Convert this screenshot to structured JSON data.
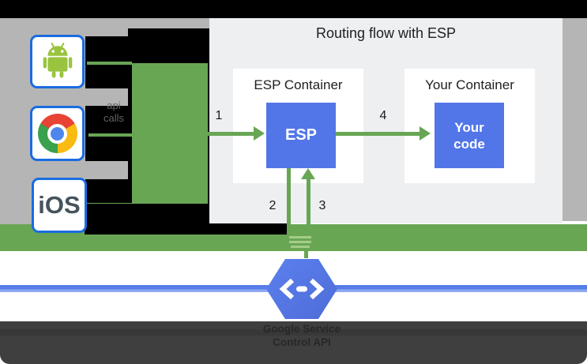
{
  "title": "Routing flow with ESP",
  "clients": {
    "ios_label": "iOS",
    "api_calls": {
      "line1": "api",
      "line2": "calls"
    }
  },
  "esp_container": {
    "label": "ESP Container",
    "box": "ESP"
  },
  "your_container": {
    "label": "Your Container",
    "box": "Your code"
  },
  "steps": {
    "s1": "1",
    "s2": "2",
    "s3": "3",
    "s4": "4"
  },
  "footer": {
    "line1": "Google Service",
    "line2": "Control API"
  },
  "colors": {
    "green": "#68a654",
    "blue_box": "#5276e8",
    "panel_bg": "#edeff1",
    "gray_strip": "#b5b5b5",
    "hexagon_blue": "#5679e6",
    "blue_line": "#567de8",
    "footer_band": "#3f3f3f",
    "icon_border": "#1a6ce0"
  }
}
